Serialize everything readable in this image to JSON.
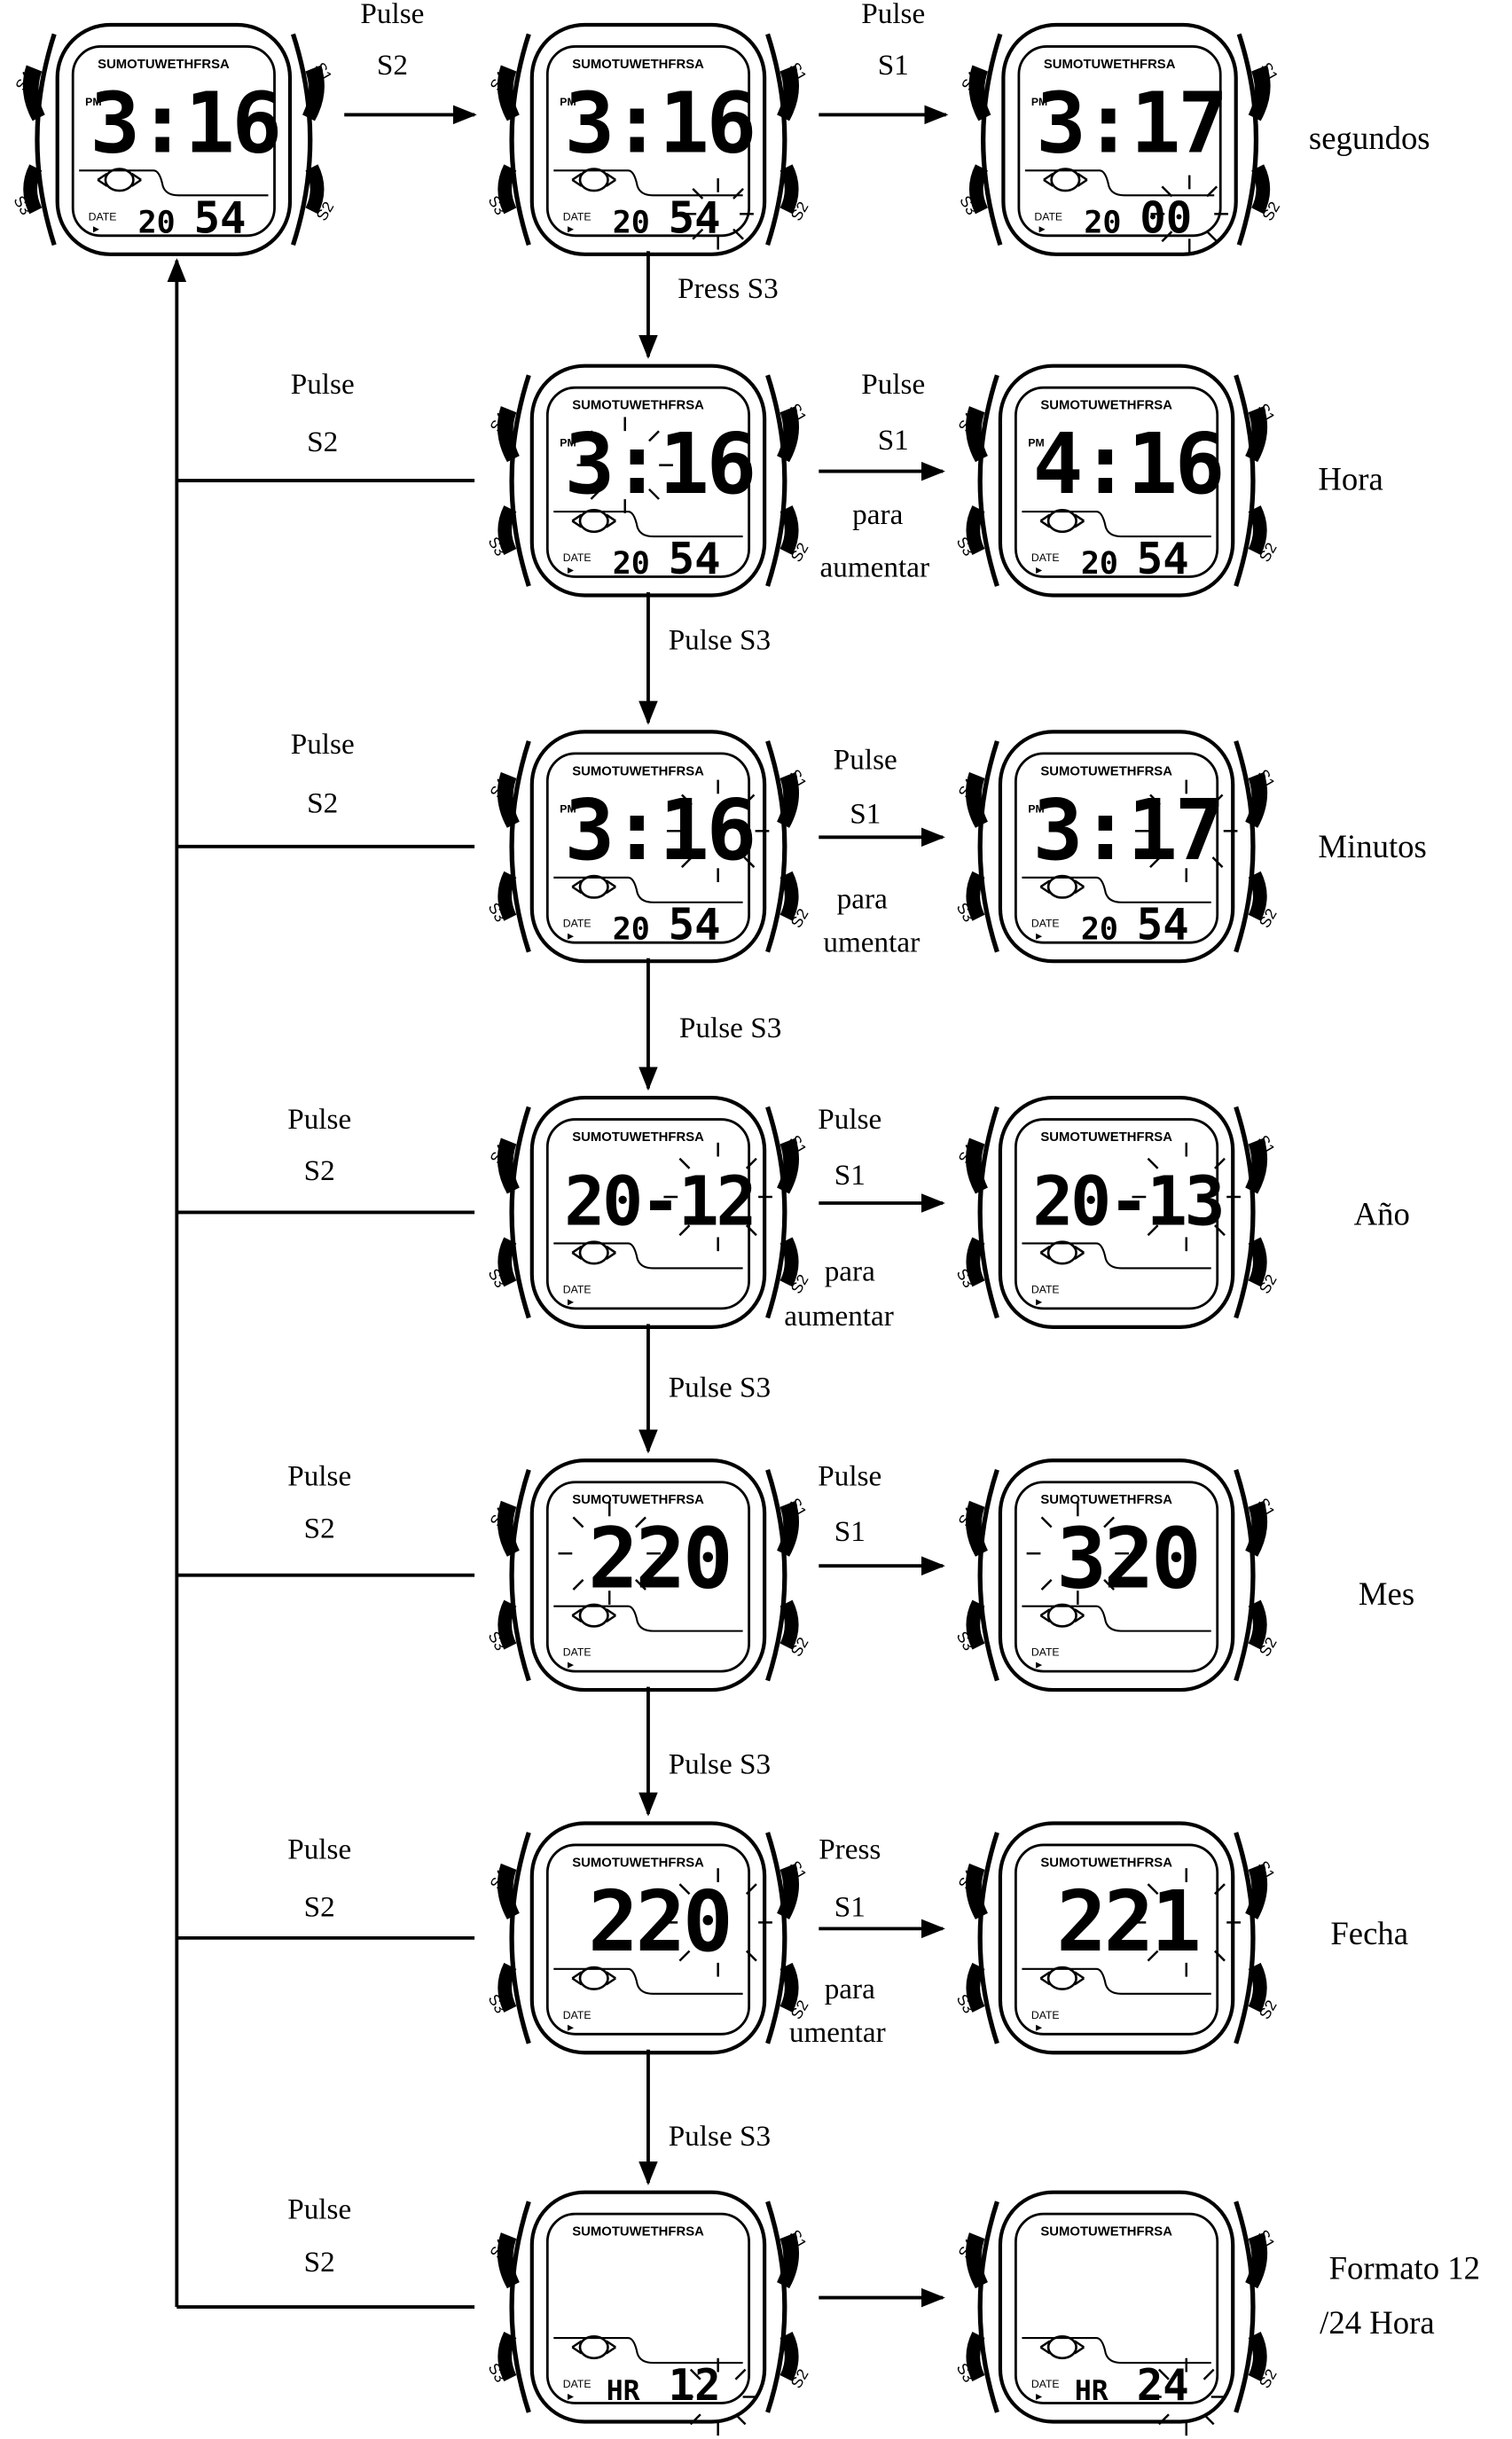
{
  "watch": {
    "days": "SUMOTUWETHFRSA",
    "pm": "PM",
    "date_label": "DATE",
    "button_s1": "S1",
    "button_s2": "S2",
    "button_s3": "S3",
    "button_s4": "S4"
  },
  "rows": [
    {
      "name": "segundos",
      "section_label": "segundos",
      "return_label": [
        "",
        ""
      ],
      "down_label": "",
      "side_label": [
        "Pulse",
        "S1",
        "",
        ""
      ],
      "top_label": [
        "Pulse",
        "S2"
      ],
      "faces": [
        {
          "main": "3:16",
          "sub_left": "20",
          "sub_right": "54",
          "hr": ""
        },
        {
          "main": "3:16",
          "sub_left": "20",
          "sub_right": "54",
          "hr": ""
        },
        {
          "main": "3:17",
          "sub_left": "20",
          "sub_right": "00",
          "hr": ""
        }
      ]
    },
    {
      "name": "hora",
      "section_label": "Hora",
      "return_label": [
        "Pulse",
        "S2"
      ],
      "down_label": "Press S3",
      "side_label": [
        "Pulse",
        "S1",
        "para",
        "aumentar"
      ],
      "faces": [
        {
          "main": "3:16",
          "sub_left": "20",
          "sub_right": "54",
          "hr": ""
        },
        {
          "main": "4:16",
          "sub_left": "20",
          "sub_right": "54",
          "hr": ""
        }
      ]
    },
    {
      "name": "minutos",
      "section_label": "Minutos",
      "return_label": [
        "Pulse",
        "S2"
      ],
      "down_label": "Pulse S3",
      "side_label": [
        "Pulse",
        "S1",
        "para",
        "umentar"
      ],
      "faces": [
        {
          "main": "3:16",
          "sub_left": "20",
          "sub_right": "54",
          "hr": ""
        },
        {
          "main": "3:17",
          "sub_left": "20",
          "sub_right": "54",
          "hr": ""
        }
      ]
    },
    {
      "name": "ano",
      "section_label": "Año",
      "return_label": [
        "Pulse",
        "S2"
      ],
      "down_label": "Pulse S3",
      "side_label": [
        "Pulse",
        "S1",
        "para",
        "aumentar"
      ],
      "faces": [
        {
          "main": "20-12",
          "sub_left": "",
          "sub_right": "",
          "hr": ""
        },
        {
          "main": "20-13",
          "sub_left": "",
          "sub_right": "",
          "hr": ""
        }
      ]
    },
    {
      "name": "mes",
      "section_label": "Mes",
      "return_label": [
        "Pulse",
        "S2"
      ],
      "down_label": "Pulse S3",
      "side_label": [
        "Pulse",
        "S1",
        "",
        ""
      ],
      "faces": [
        {
          "main": "220",
          "sub_left": "",
          "sub_right": "",
          "hr": ""
        },
        {
          "main": "320",
          "sub_left": "",
          "sub_right": "",
          "hr": ""
        }
      ]
    },
    {
      "name": "fecha",
      "section_label": "Fecha",
      "return_label": [
        "Pulse",
        "S2"
      ],
      "down_label": "Pulse S3",
      "side_label": [
        "Press",
        "S1",
        "para",
        "umentar"
      ],
      "faces": [
        {
          "main": "220",
          "sub_left": "",
          "sub_right": "",
          "hr": ""
        },
        {
          "main": "221",
          "sub_left": "",
          "sub_right": "",
          "hr": ""
        }
      ]
    },
    {
      "name": "formato",
      "section_label": "Formato 12",
      "section_label_2": "/24 Hora",
      "return_label": [
        "Pulse",
        "S2"
      ],
      "down_label": "Pulse S3",
      "side_label": [
        "",
        "",
        "",
        ""
      ],
      "faces": [
        {
          "main": "",
          "sub_left": "",
          "sub_right": "12",
          "hr": "HR"
        },
        {
          "main": "",
          "sub_left": "",
          "sub_right": "24",
          "hr": "HR"
        }
      ]
    }
  ]
}
